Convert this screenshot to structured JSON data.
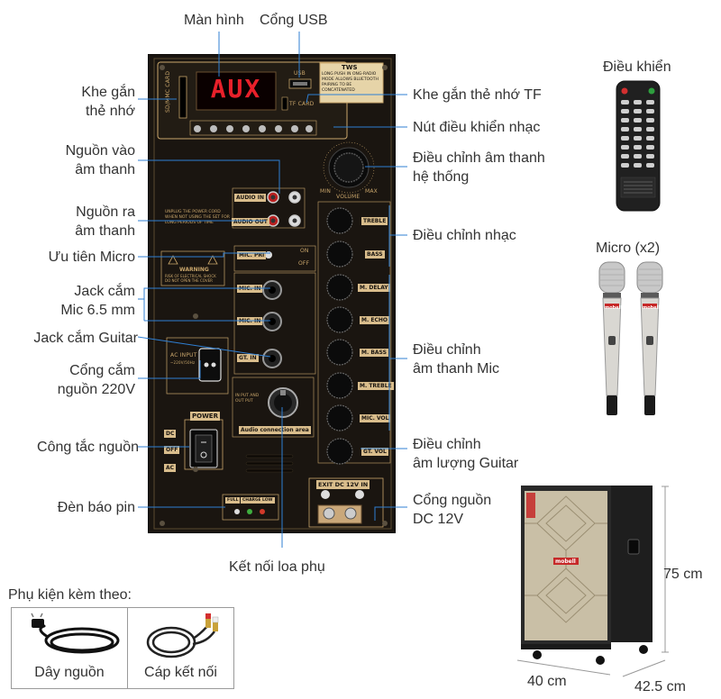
{
  "callouts": {
    "man_hinh": "Màn hình",
    "cong_usb": "Cổng USB",
    "khe_gan_the_nho": "Khe gắn\nthẻ nhớ",
    "khe_gan_the_tf": "Khe gắn thẻ nhớ TF",
    "nut_dieu_khien_nhac": "Nút điều khiển nhạc",
    "nguon_vao": "Nguồn vào\nâm thanh",
    "dieu_chinh_am_thanh_he_thong": "Điều chỉnh âm thanh\nhệ thống",
    "nguon_ra": "Nguồn ra\nâm thanh",
    "dieu_chinh_nhac": "Điều chỉnh nhạc",
    "uu_tien_micro": "Ưu tiên Micro",
    "jack_mic": "Jack cắm\nMic 6.5 mm",
    "jack_guitar": "Jack cắm Guitar",
    "dieu_chinh_am_thanh_mic": "Điều chỉnh\nâm thanh Mic",
    "cong_nguon_220": "Cổng cắm\nnguồn 220V",
    "cong_tac_nguon": "Công tắc nguồn",
    "dieu_chinh_guitar": "Điều chỉnh\nâm lượng Guitar",
    "den_bao_pin": "Đèn báo pin",
    "cong_nguon_dc": "Cổng nguồn\nDC 12V",
    "ket_noi_loa_phu": "Kết nối loa phụ"
  },
  "accessories": {
    "dieu_khien": "Điều khiển",
    "micro": "Micro (x2)",
    "phu_kien_title": "Phụ kiện kèm theo:",
    "day_nguon": "Dây nguồn",
    "cap_ket_noi": "Cáp kết nối"
  },
  "dimensions": {
    "height": "75 cm",
    "width": "40 cm",
    "depth": "42.5 cm"
  },
  "panel": {
    "display_text": "AUX",
    "sd_card": "SD/MMC CARD",
    "usb": "USB",
    "tf_card": "TF CARD",
    "tws": "TWS",
    "tws_note": "LONG PUSH IN ONG-RADIO MODE ALLOWS BLUETOOTH PAIRING TO BE CONCATENATED",
    "audio_in": "AUDIO IN",
    "audio_out": "AUDIO OUT",
    "unplug_note": "UNPLUG THE POWER CORD WHEN NOT USING THE SET FOR LONG PERIODS OF TIME",
    "volume": "VOLUME",
    "min": "MIN",
    "max": "MAX",
    "mic_pri": "MIC. PRI",
    "on": "ON",
    "off": "OFF",
    "warning": "WARNING",
    "warning_note": "RISK OF ELECTRICAL SHOCK DO NOT OPEN THE COVER",
    "mic_in": "MIC. IN",
    "gt_in": "GT. IN",
    "ac_input": "AC INPUT",
    "ac_spec": "~220V/50Hz",
    "power": "POWER",
    "dc": "DC",
    "ac": "AC",
    "in_out": "IN PUT AND OUT PUT",
    "audio_conn": "Audio connection area",
    "exit_dc": "EXIT DC 12V IN",
    "full": "FULL",
    "charge": "CHARGE",
    "low": "LOW",
    "knobs": [
      "TREBLE",
      "BASS",
      "M. DELAY",
      "M. ECHO",
      "M. BASS",
      "M. TREBLE",
      "MIC. VOL",
      "GT. VOL"
    ],
    "brand": "mobell"
  },
  "colors": {
    "panel": "#1a1510",
    "gold": "#c9a66b",
    "display": "#e8202a",
    "leader": "#2f7fd3"
  }
}
